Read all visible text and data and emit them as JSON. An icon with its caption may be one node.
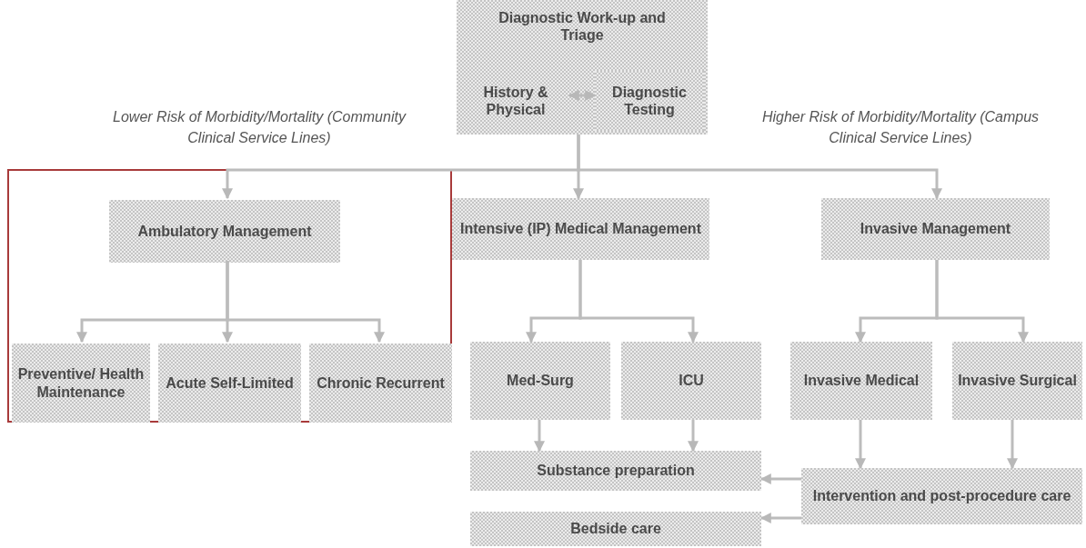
{
  "diagram": {
    "nodes": [
      {
        "text": [
          "Diagnostic Work-up and Triage"
        ]
      },
      {
        "text": [
          "History & Physical"
        ],
        "in": 0
      },
      {
        "text": [
          "Diagnostic Testing"
        ],
        "in": 0
      },
      {
        "text": [],
        "shape": "box"
      },
      {
        "text": [
          "Ambulatory Management"
        ],
        "in": 3
      },
      {
        "text": [
          "Preventive/ Health Maintenance"
        ],
        "in": 3
      },
      {
        "text": [
          "Acute Self-Limited"
        ],
        "in": 3
      },
      {
        "text": [
          "Chronic Recurrent"
        ],
        "in": 3
      },
      {
        "text": [
          "Intensive (IP) Medical Management"
        ]
      },
      {
        "text": [
          "Invasive Management"
        ]
      },
      {
        "text": [
          "Med-Surg"
        ]
      },
      {
        "text": [
          "ICU"
        ]
      },
      {
        "text": [
          "Invasive Medical"
        ]
      },
      {
        "text": [
          "Invasive Surgical"
        ]
      },
      {
        "text": [
          "Substance preparation"
        ]
      },
      {
        "text": [
          "Bedside care"
        ]
      },
      {
        "text": [
          "Intervention and post-procedure care"
        ]
      }
    ],
    "edges": [
      {
        "from": 1,
        "to": 2,
        "arrow": "both"
      },
      {
        "from": 0,
        "to": 4,
        "arrow": "to"
      },
      {
        "from": 0,
        "to": 8,
        "arrow": "to"
      },
      {
        "from": 0,
        "to": 9,
        "arrow": "to"
      },
      {
        "from": 4,
        "to": 5,
        "arrow": "to"
      },
      {
        "from": 4,
        "to": 6,
        "arrow": "to"
      },
      {
        "from": 4,
        "to": 7,
        "arrow": "to"
      },
      {
        "from": 8,
        "to": 10,
        "arrow": "to"
      },
      {
        "from": 8,
        "to": 11,
        "arrow": "to"
      },
      {
        "from": 9,
        "to": 12,
        "arrow": "to"
      },
      {
        "from": 9,
        "to": 13,
        "arrow": "to"
      },
      {
        "from": 10,
        "to": 14,
        "arrow": "to"
      },
      {
        "from": 11,
        "to": 14,
        "arrow": "to"
      },
      {
        "from": 12,
        "to": 16,
        "arrow": "to"
      },
      {
        "from": 13,
        "to": 16,
        "arrow": "to"
      },
      {
        "from": 16,
        "to": 14,
        "arrow": "to"
      },
      {
        "from": 16,
        "to": 15,
        "arrow": "to"
      }
    ],
    "labels": [
      "Lower Risk of Morbidity/Mortality (Community Clinical Service Lines)",
      "Higher Risk of Morbidity/Mortality (Campus Clinical Service Lines)"
    ]
  }
}
